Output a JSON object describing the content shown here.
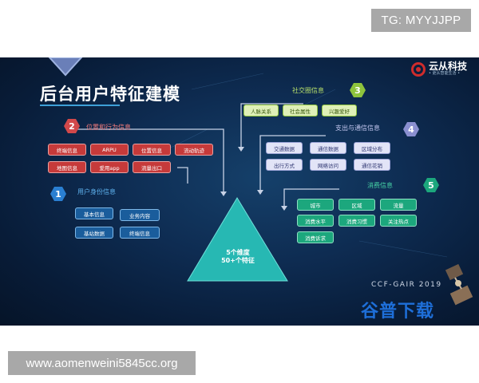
{
  "watermarks": {
    "top": "TG: MYYJJPP",
    "bottom": "www.aomenweini5845cc.org"
  },
  "slide": {
    "title": "后台用户特征建模",
    "logo": {
      "name": "云从科技",
      "tagline": "• 更从智能生活 •"
    },
    "center_line1": "5个维度",
    "center_line2": "50+个特征",
    "event": "CCF-GAIR 2019",
    "slogan": "谷普下载",
    "sections": [
      {
        "number": "1",
        "title": "用户身份信息",
        "color": "#2a7fd1",
        "tags": [
          "基本信息",
          "业务内容",
          "基站数据",
          "终端信息"
        ]
      },
      {
        "number": "2",
        "title": "位置和行为信息",
        "color": "#d2484a",
        "tags": [
          "终端信息",
          "ARPU",
          "位置信息",
          "流动轨迹",
          "地图信息",
          "爱用app",
          "流量出口"
        ]
      },
      {
        "number": "3",
        "title": "社交圈信息",
        "color": "#8ec33c",
        "tags": [
          "人脉关系",
          "社会属性",
          "兴趣爱好"
        ]
      },
      {
        "number": "4",
        "title": "支出与通信信息",
        "color": "#8a8fd0",
        "tags": [
          "交通数据",
          "通信数据",
          "区域分布",
          "出行方式",
          "网络访问",
          "通信花销"
        ]
      },
      {
        "number": "5",
        "title": "消费信息",
        "color": "#1ca77d",
        "tags": [
          "城市",
          "区域",
          "流量",
          "消费水平",
          "消费习惯",
          "关注热点",
          "消费诉求"
        ]
      }
    ]
  }
}
